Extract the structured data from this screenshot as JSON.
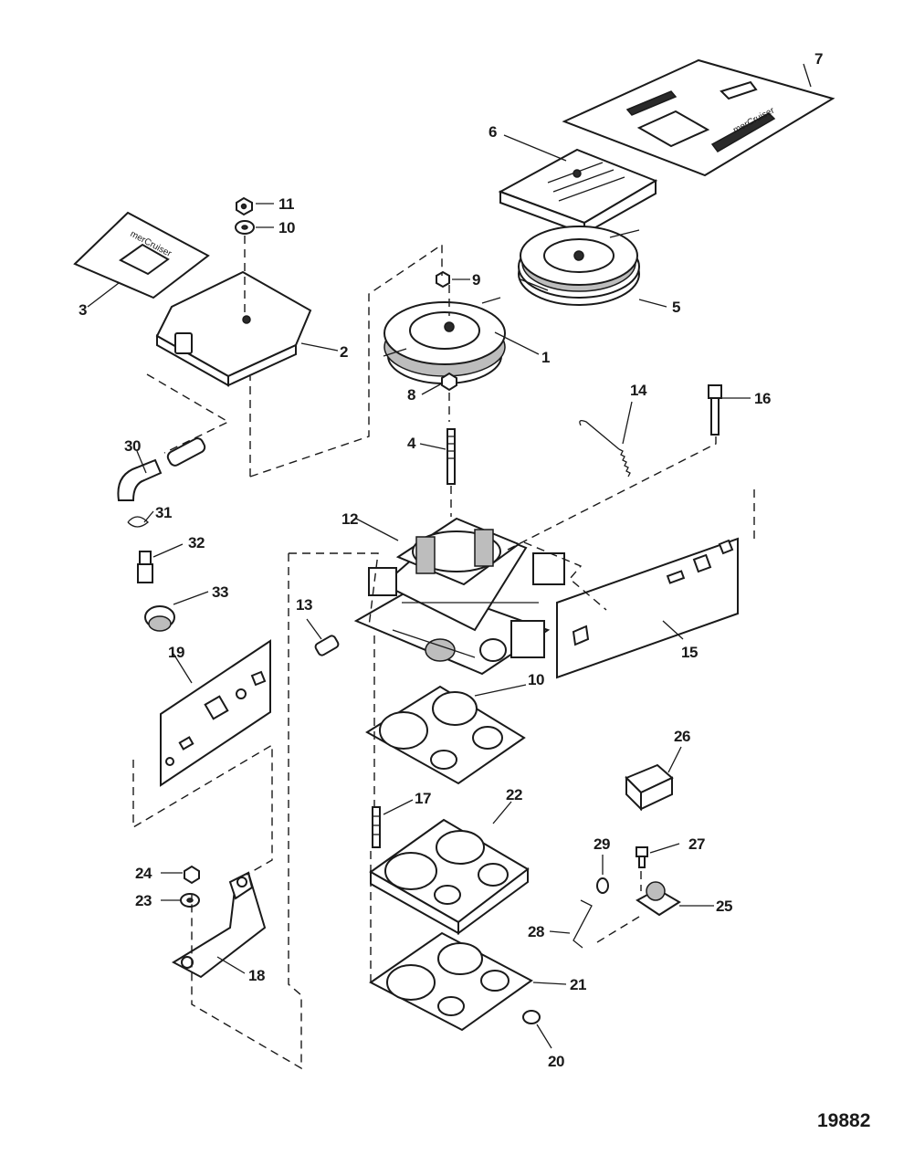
{
  "figure_number": "19882",
  "callouts": {
    "c1": "1",
    "c2": "2",
    "c3": "3",
    "c4": "4",
    "c5": "5",
    "c6": "6",
    "c7": "7",
    "c8": "8",
    "c9": "9",
    "c10a": "10",
    "c10b": "10",
    "c11": "11",
    "c12": "12",
    "c13": "13",
    "c14": "14",
    "c15": "15",
    "c16": "16",
    "c17": "17",
    "c18": "18",
    "c19": "19",
    "c20": "20",
    "c21": "21",
    "c22": "22",
    "c23": "23",
    "c24": "24",
    "c25": "25",
    "c26": "26",
    "c27": "27",
    "c28": "28",
    "c29": "29",
    "c30": "30",
    "c31": "31",
    "c32": "32",
    "c33": "33"
  },
  "decal_text": {
    "cover_decal_logo": "merCruiser",
    "large_decal_logo": "merCruiser"
  },
  "colors": {
    "ink": "#1a1a1a",
    "paper": "#ffffff"
  }
}
